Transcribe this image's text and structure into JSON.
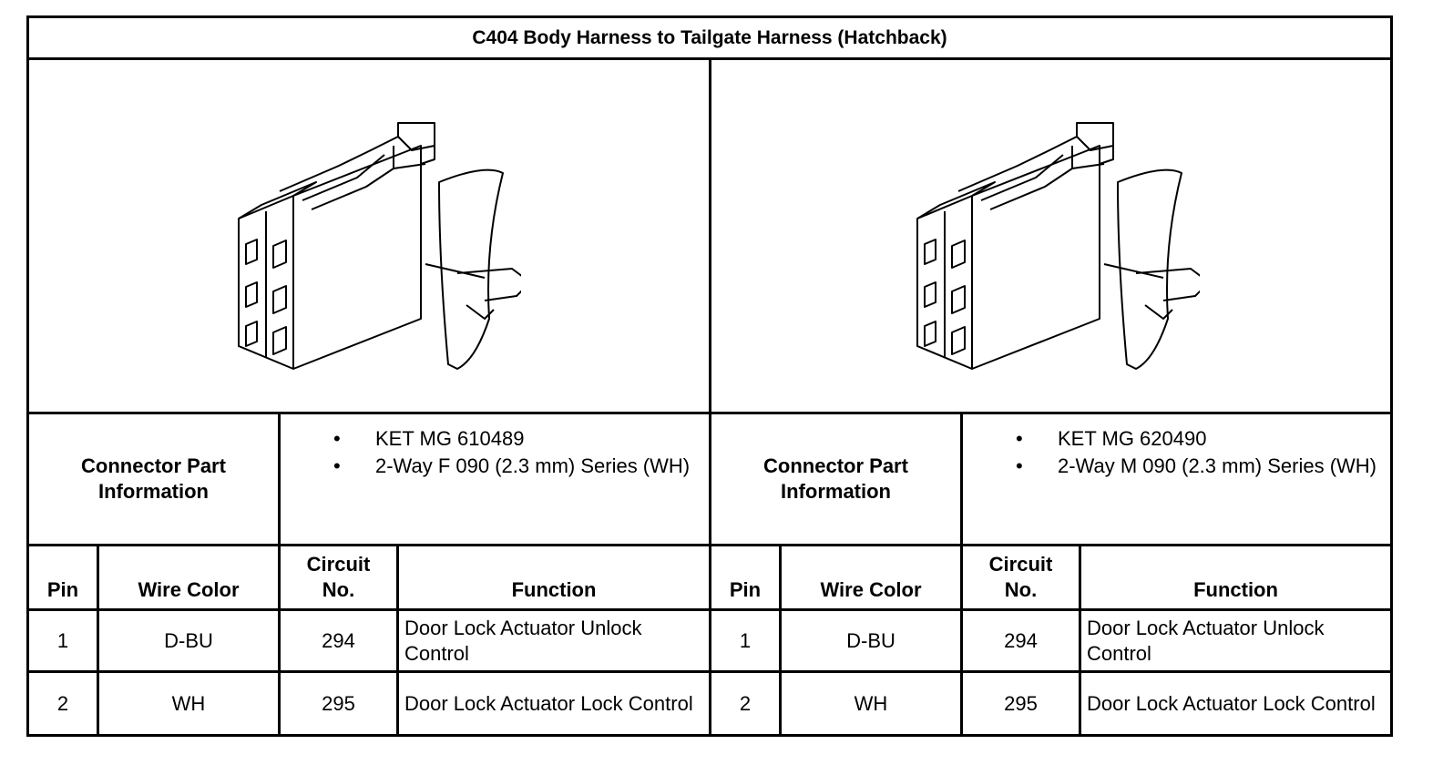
{
  "title": "C404 Body Harness to Tailgate Harness (Hatchback)",
  "connectors": [
    {
      "info_label": "Connector Part Information",
      "part_info": [
        "KET MG 610489",
        "2-Way F 090 (2.3 mm) Series (WH)"
      ],
      "headers": {
        "pin": "Pin",
        "wire_color": "Wire Color",
        "circuit": "Circuit No.",
        "function": "Function"
      },
      "rows": [
        {
          "pin": "1",
          "wire_color": "D-BU",
          "circuit": "294",
          "function": "Door Lock Actuator Unlock Control"
        },
        {
          "pin": "2",
          "wire_color": "WH",
          "circuit": "295",
          "function": "Door Lock Actuator Lock Control"
        }
      ]
    },
    {
      "info_label": "Connector Part Information",
      "part_info": [
        "KET MG 620490",
        "2-Way M 090 (2.3 mm) Series (WH)"
      ],
      "headers": {
        "pin": "Pin",
        "wire_color": "Wire Color",
        "circuit": "Circuit No.",
        "function": "Function"
      },
      "rows": [
        {
          "pin": "1",
          "wire_color": "D-BU",
          "circuit": "294",
          "function": "Door Lock Actuator Unlock Control"
        },
        {
          "pin": "2",
          "wire_color": "WH",
          "circuit": "295",
          "function": "Door Lock Actuator Lock Control"
        }
      ]
    }
  ]
}
